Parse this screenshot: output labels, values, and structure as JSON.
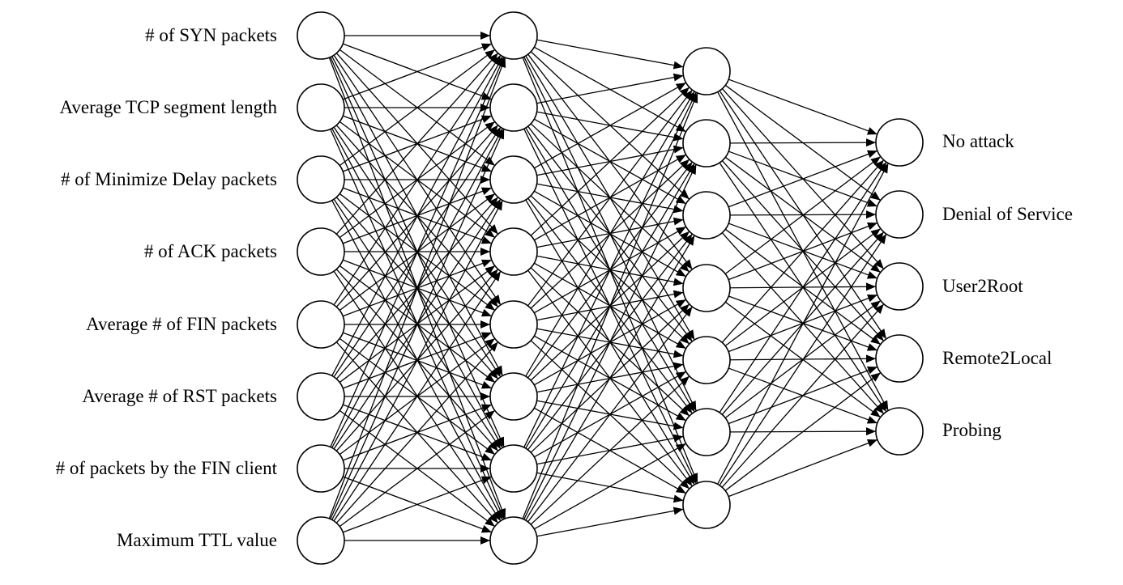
{
  "network": {
    "inputs": [
      "# of SYN packets",
      "Average TCP segment length",
      "# of Minimize Delay packets",
      "# of ACK packets",
      "Average # of FIN packets",
      "Average # of RST packets",
      "# of packets by the FIN client",
      "Maximum TTL value"
    ],
    "outputs": [
      "No attack",
      "Denial of Service",
      "User2Root",
      "Remote2Local",
      "Probing"
    ],
    "layer_sizes": [
      8,
      8,
      7,
      5
    ],
    "connectivity": "fully-connected",
    "colors": {
      "stroke": "#000000",
      "node_fill": "#ffffff",
      "text": "#000000"
    }
  }
}
